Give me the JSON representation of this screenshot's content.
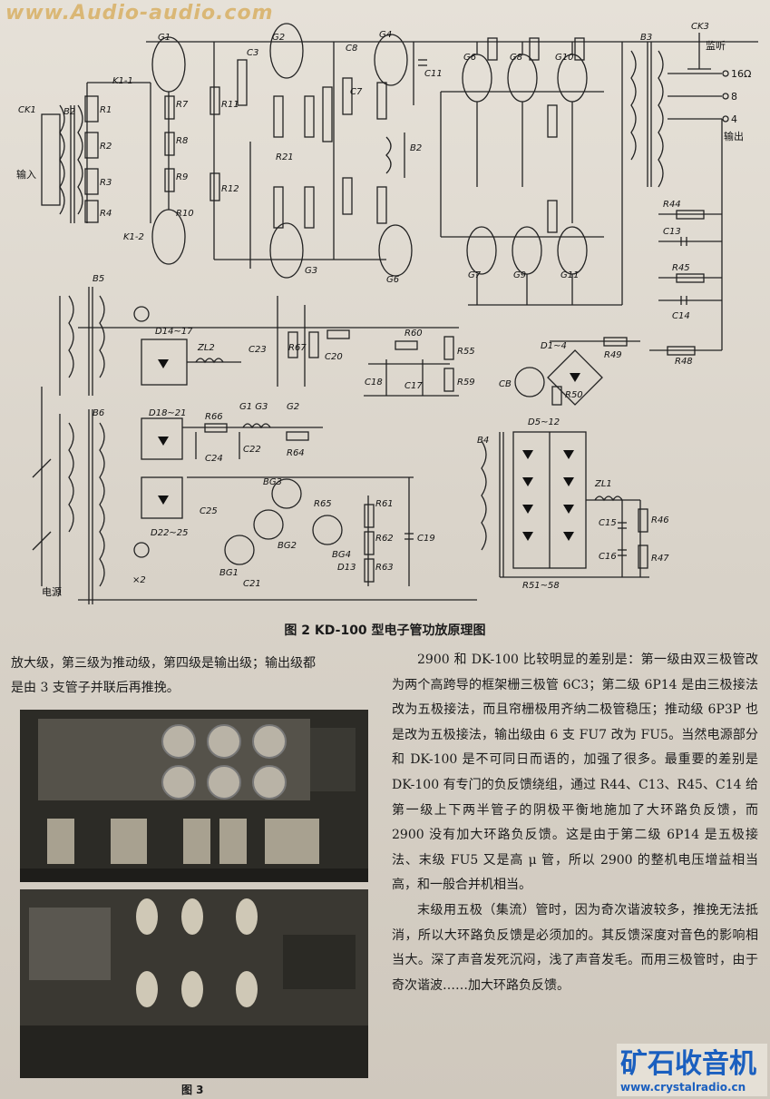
{
  "watermark_top": "www.Audio-audio.com",
  "figure2_caption": "图 2  KD-100 型电子管功放原理图",
  "figure3_label": "图 3",
  "schematic": {
    "labels": [
      "CK1",
      "输入",
      "B2",
      "R1",
      "R2",
      "R3",
      "R4",
      "K1-1",
      "K1-2",
      "G1",
      "R7",
      "R8",
      "R9",
      "R10",
      "R11",
      "R12",
      "C3",
      "G2",
      "R21",
      "G3",
      "C8",
      "C7",
      "G4",
      "C11",
      "B2",
      "G6",
      "G6",
      "G8",
      "G10",
      "G7",
      "G9",
      "G11",
      "B3",
      "CK3",
      "监听",
      "16Ω",
      "8",
      "4",
      "输出",
      "R44",
      "C13",
      "R45",
      "C14",
      "R48",
      "B5",
      "D14~17",
      "ZL2",
      "C23",
      "R67",
      "C20",
      "R60",
      "C18",
      "C17",
      "R55",
      "R59",
      "CB",
      "D1~4",
      "R50",
      "R49",
      "B6",
      "D18~21",
      "R66",
      "G1 G3",
      "G2",
      "C24",
      "C22",
      "R64",
      "BG3",
      "BG2",
      "BG1",
      "BG4",
      "D13",
      "R65",
      "R61",
      "R62",
      "R63",
      "C19",
      "C25",
      "C21",
      "D22~25",
      "×2",
      "电源",
      "B4",
      "D5~12",
      "ZL1",
      "C15",
      "C16",
      "R46",
      "R47",
      "R51~58"
    ]
  },
  "left_text": [
    "放大级，第三级为推动级，第四级是输出级；输出级都",
    "是由 3 支管子并联后再推挽。"
  ],
  "right_text": [
    "2900 和 DK-100 比较明显的差别是：第一级由双三极管改为两个高跨导的框架栅三极管 6C3；第二级 6P14 是由三极接法改为五极接法，而且帘栅极用齐纳二极管稳压；推动级 6P3P 也是改为五极接法，输出级由 6 支 FU7 改为 FU5。当然电源部分和 DK-100 是不可同日而语的，加强了很多。最重要的差别是 DK-100 有专门的负反馈绕组，通过 R44、C13、R45、C14 给第一级上下两半管子的阴极平衡地施加了大环路负反馈，而 2900 没有加大环路负反馈。这是由于第二级 6P14 是五极接法、末级 FU5 又是高 μ 管，所以 2900 的整机电压增益相当高，和一般合并机相当。",
    "末级用五极（集流）管时，因为奇次谐波较多，推挽无法抵消，所以大环路负反馈是必须加的。其反馈深度对音色的影响相当大。深了声音发死沉闷，浅了声音发毛。而用三极管时，由于奇次谐波……加大环路负反馈。"
  ],
  "logo": {
    "title": "矿石收音机",
    "url": "www.crystalradio.cn"
  }
}
